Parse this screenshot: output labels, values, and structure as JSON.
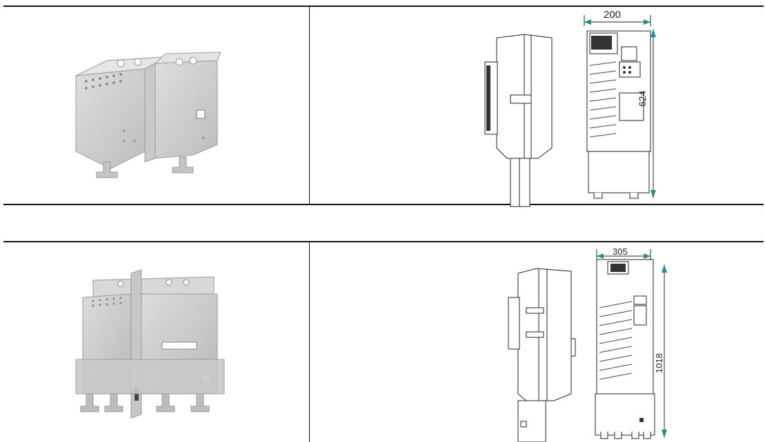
{
  "rows": [
    {
      "width_dim": "200",
      "height_dim": "624"
    },
    {
      "width_dim": "305",
      "height_dim": "1018"
    }
  ],
  "colors": {
    "ink": "#222222",
    "metal": "#cfcfcf",
    "metal_dark": "#a9a9a9",
    "arrow": "#2e8b8b"
  }
}
